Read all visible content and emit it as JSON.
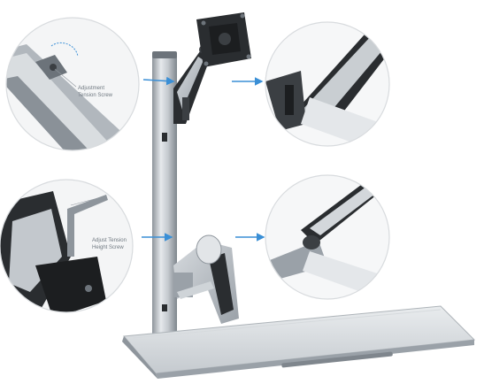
{
  "callouts": {
    "top_left": {
      "line1": "Adjustment",
      "line2": "Tension Screw"
    },
    "bottom_left": {
      "line1": "Adjust Tension",
      "line2": "Height Screw"
    }
  },
  "colors": {
    "aluminum": "#b9bfc5",
    "aluminum_dark": "#8e959c",
    "black": "#2a2d30",
    "arrow_blue": "#3a8fd6",
    "circle_border": "#d8dbde"
  },
  "icons": {
    "arrow": "arrow-right-icon"
  }
}
